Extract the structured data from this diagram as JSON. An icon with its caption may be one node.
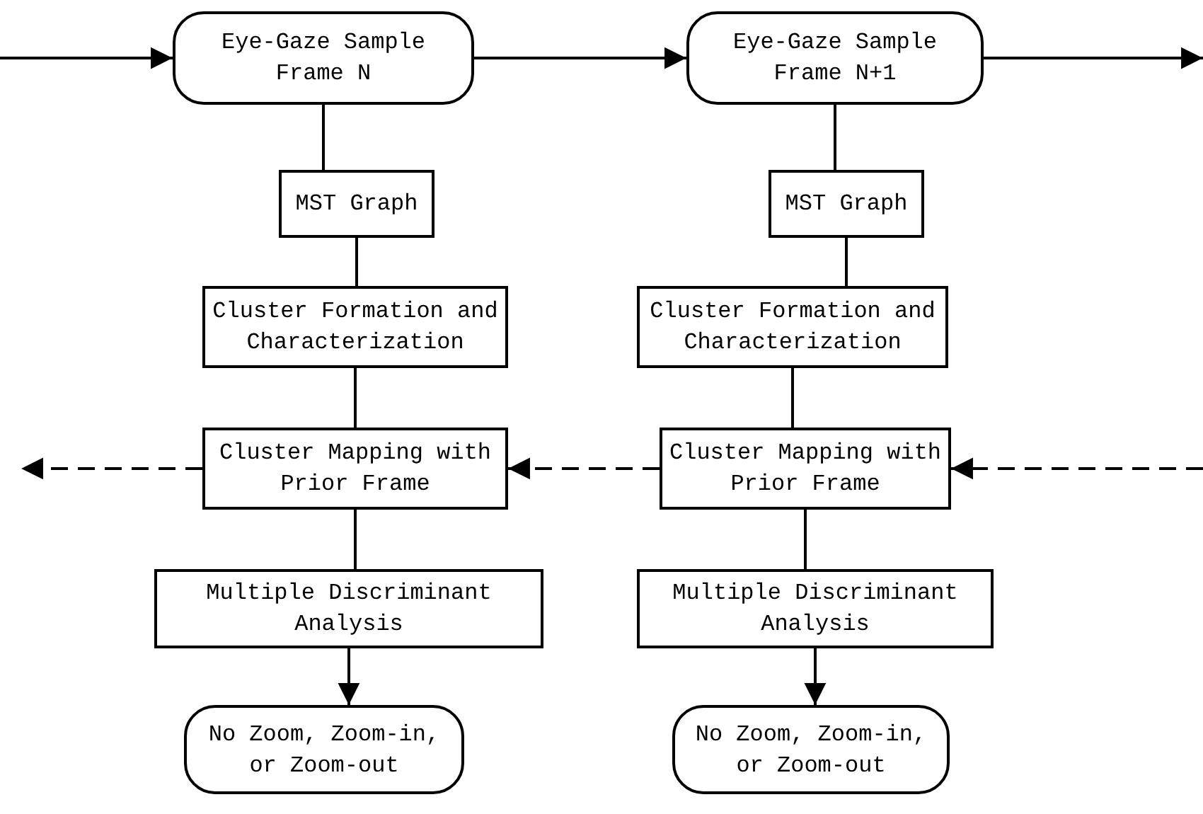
{
  "diagram": {
    "nodes": [
      {
        "text": [
          "Eye-Gaze Sample Frame N"
        ]
      },
      {
        "text": [
          "MST Graph"
        ]
      },
      {
        "text": [
          "Cluster Formation and Characterization"
        ]
      },
      {
        "text": [
          "Cluster Mapping with Prior Frame"
        ]
      },
      {
        "text": [
          "Multiple Discriminant Analysis"
        ]
      },
      {
        "text": [
          "No Zoom, Zoom-in, or Zoom-out"
        ]
      },
      {
        "text": [
          "Eye-Gaze Sample Frame N+1"
        ]
      },
      {
        "text": [
          "MST Graph"
        ]
      },
      {
        "text": [
          "Cluster Formation and Characterization"
        ]
      },
      {
        "text": [
          "Cluster Mapping with Prior Frame"
        ]
      },
      {
        "text": [
          "Multiple Discriminant Analysis"
        ]
      },
      {
        "text": [
          "No Zoom, Zoom-in, or Zoom-out"
        ]
      }
    ],
    "edges": [
      {
        "from": null,
        "to": 0,
        "arrow": "to"
      },
      {
        "from": 0,
        "to": 6,
        "arrow": "to"
      },
      {
        "from": 6,
        "to": null,
        "arrow": "to"
      },
      {
        "from": 0,
        "to": 1,
        "arrow": "none"
      },
      {
        "from": 1,
        "to": 2,
        "arrow": "none"
      },
      {
        "from": 2,
        "to": 3,
        "arrow": "none"
      },
      {
        "from": 3,
        "to": 4,
        "arrow": "none"
      },
      {
        "from": 4,
        "to": 5,
        "arrow": "to"
      },
      {
        "from": 6,
        "to": 7,
        "arrow": "none"
      },
      {
        "from": 7,
        "to": 8,
        "arrow": "none"
      },
      {
        "from": 8,
        "to": 9,
        "arrow": "none"
      },
      {
        "from": 9,
        "to": 10,
        "arrow": "none"
      },
      {
        "from": 10,
        "to": 11,
        "arrow": "to"
      },
      {
        "from": null,
        "to": 9,
        "arrow": "to",
        "style": "dashed"
      },
      {
        "from": 9,
        "to": 3,
        "arrow": "to",
        "style": "dashed"
      },
      {
        "from": 3,
        "to": null,
        "arrow": "to",
        "style": "dashed"
      }
    ]
  }
}
